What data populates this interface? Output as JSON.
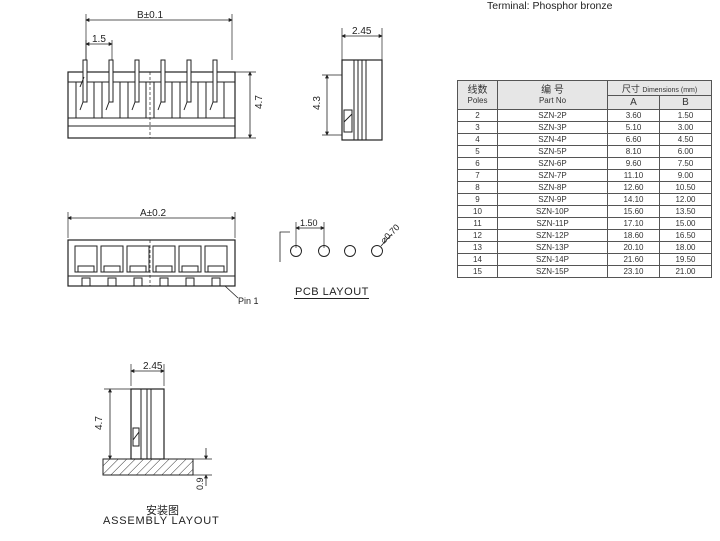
{
  "terminal_note": "Terminal:  Phosphor bronze",
  "dimensions": {
    "front_width": "B±0.1",
    "pitch": "1.5",
    "front_height": "4.7",
    "side_width": "2.45",
    "side_height": "4.3",
    "top_width": "A±0.2",
    "pin1": "Pin 1",
    "pcb_pitch": "1.50",
    "pcb_hole": "⌀0.70",
    "asm_width": "2.45",
    "asm_height": "4.7",
    "asm_board": "0.9"
  },
  "pcb_layout_title": "PCB LAYOUT",
  "assembly_title_cn": "安装图",
  "assembly_title_en": "ASSEMBLY LAYOUT",
  "table": {
    "header_poles_cn": "线数",
    "header_poles_en": "Poles",
    "header_part_cn": "编  号",
    "header_part_en": "Part  No",
    "header_dim_cn": "尺寸",
    "header_dim_en": "Dimensions (mm)",
    "header_a": "A",
    "header_b": "B",
    "rows": [
      {
        "poles": "2",
        "part": "SZN-2P",
        "a": "3.60",
        "b": "1.50"
      },
      {
        "poles": "3",
        "part": "SZN-3P",
        "a": "5.10",
        "b": "3.00"
      },
      {
        "poles": "4",
        "part": "SZN-4P",
        "a": "6.60",
        "b": "4.50"
      },
      {
        "poles": "5",
        "part": "SZN-5P",
        "a": "8.10",
        "b": "6.00"
      },
      {
        "poles": "6",
        "part": "SZN-6P",
        "a": "9.60",
        "b": "7.50"
      },
      {
        "poles": "7",
        "part": "SZN-7P",
        "a": "11.10",
        "b": "9.00"
      },
      {
        "poles": "8",
        "part": "SZN-8P",
        "a": "12.60",
        "b": "10.50"
      },
      {
        "poles": "9",
        "part": "SZN-9P",
        "a": "14.10",
        "b": "12.00"
      },
      {
        "poles": "10",
        "part": "SZN-10P",
        "a": "15.60",
        "b": "13.50"
      },
      {
        "poles": "11",
        "part": "SZN-11P",
        "a": "17.10",
        "b": "15.00"
      },
      {
        "poles": "12",
        "part": "SZN-12P",
        "a": "18.60",
        "b": "16.50"
      },
      {
        "poles": "13",
        "part": "SZN-13P",
        "a": "20.10",
        "b": "18.00"
      },
      {
        "poles": "14",
        "part": "SZN-14P",
        "a": "21.60",
        "b": "19.50"
      },
      {
        "poles": "15",
        "part": "SZN-15P",
        "a": "23.10",
        "b": "21.00"
      }
    ]
  }
}
